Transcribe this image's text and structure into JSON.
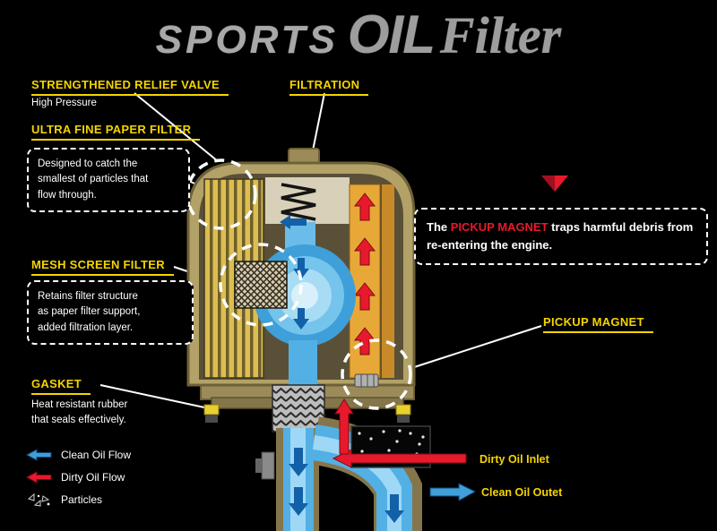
{
  "title": {
    "sports": "SPORTS",
    "oil": "OIL",
    "filter": "Filter"
  },
  "callouts": {
    "relief_valve": {
      "title": "STRENGTHENED RELIEF VALVE",
      "subtitle": "High Pressure"
    },
    "filtration": {
      "title": "FILTRATION"
    },
    "paper_filter": {
      "title": "ULTRA FINE PAPER FILTER",
      "desc": "Designed to catch the\nsmallest of particles that\nflow through."
    },
    "mesh_filter": {
      "title": "MESH SCREEN FILTER",
      "desc": "Retains filter structure\nas paper filter support,\nadded filtration layer."
    },
    "gasket": {
      "title": "GASKET",
      "desc": "Heat resistant rubber\nthat seals effectively."
    },
    "pickup_magnet": {
      "title": "PICKUP MAGNET"
    },
    "magnet_note": {
      "pre": "The ",
      "highlight": "PICKUP MAGNET",
      "post": " traps harmful debris from re-entering the engine."
    }
  },
  "legend": [
    {
      "icon": "clean-flow-arrow",
      "label": "Clean Oil Flow"
    },
    {
      "icon": "dirty-flow-arrow",
      "label": "Dirty Oil Flow"
    },
    {
      "icon": "particles-glyph",
      "label": "Particles"
    }
  ],
  "flow_labels": {
    "dirty_inlet": "Dirty Oil Inlet",
    "clean_outlet": "Clean Oil Outet"
  },
  "colors": {
    "accent_yellow": "#f5d400",
    "clean_blue": "#3f9fd8",
    "dirty_red": "#e8192c",
    "body_tan": "#b3a267"
  }
}
